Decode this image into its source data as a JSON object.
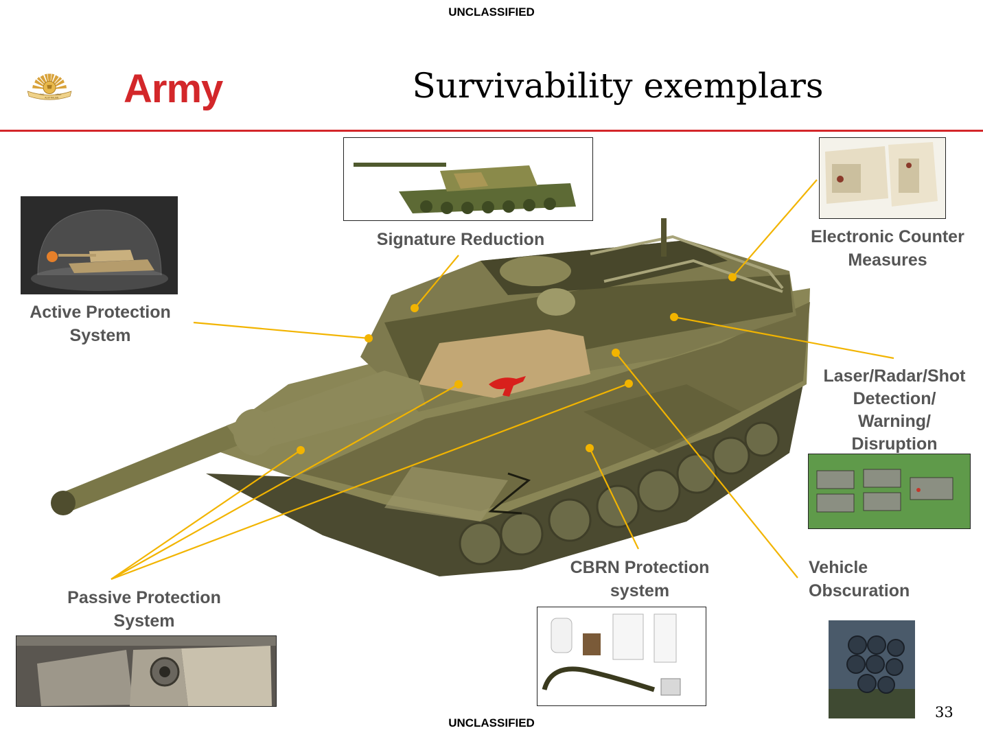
{
  "header": {
    "classification_top": "UNCLASSIFIED",
    "logo_word": "Army",
    "logo_ribbon_left": "THE",
    "logo_ribbon_center": "AUSTRALIAN",
    "logo_ribbon_right": "ARMY",
    "title": "Survivability exemplars"
  },
  "labels": {
    "signature_reduction": "Signature Reduction",
    "electronic_counter_line1": "Electronic Counter",
    "electronic_counter_line2": "Measures",
    "active_protection_line1": "Active Protection",
    "active_protection_line2": "System",
    "laser_line1": "Laser/Radar/Shot",
    "laser_line2": "Detection/",
    "laser_line3": "Warning/",
    "laser_line4": "Disruption",
    "cbrn_line1": "CBRN Protection",
    "cbrn_line2": "system",
    "vehicle_line1": "Vehicle",
    "vehicle_line2": "Obscuration",
    "passive_line1": "Passive Protection",
    "passive_line2": "System"
  },
  "footer": {
    "classification_bottom": "UNCLASSIFIED",
    "page_number": "33"
  },
  "colors": {
    "accent_red": "#d3272a",
    "callout_line": "#f2b400",
    "label_grey": "#555555"
  }
}
